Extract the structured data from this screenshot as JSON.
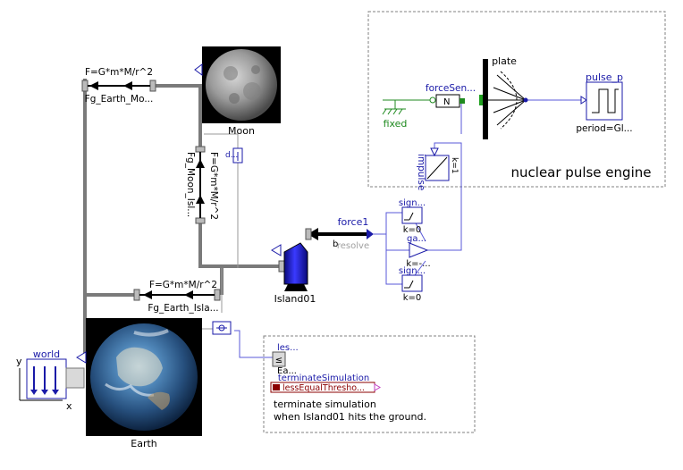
{
  "colors": {
    "connector": "#8c8c8c",
    "thick": "#7a7a7a",
    "accent_blue": "#1a1aa8",
    "signal_blue": "#3b3bd0",
    "fixed_green": "#1f8a1f",
    "text": "#000000",
    "dashed_border": "#808080",
    "highlight_red": "#8b0000",
    "magenta": "#c040c0"
  },
  "blocks": {
    "world": {
      "label": "world",
      "axis_x": "x",
      "axis_y": "y"
    },
    "earth": {
      "label": "Earth"
    },
    "moon": {
      "label": "Moon"
    },
    "island": {
      "label": "Island01"
    },
    "fg_earth_moon": {
      "formula": "F=G*m*M/r^2",
      "label": "Fg_Earth_Mo..."
    },
    "fg_moon_island": {
      "formula": "F=G*m*M/r^2",
      "label": "Fg_Moon_Isl..."
    },
    "fg_earth_island": {
      "formula": "F=G*m*M/r^2",
      "label": "Fg_Earth_Isla..."
    },
    "force1": {
      "label": "force1",
      "sublabel": "resolve",
      "port": "b"
    },
    "sign_top": {
      "label": "sign...",
      "param": "k=0"
    },
    "gain": {
      "label": "ga...",
      "param": "k=-..."
    },
    "sign_bottom": {
      "label": "sign...",
      "param": "k=0"
    },
    "sensor_small_a": {
      "label": "d..."
    },
    "les": {
      "label": "les...",
      "sublabel": "Ea...",
      "symbol": "≤"
    },
    "terminate": {
      "label": "terminateSimulation",
      "box_text": "lessEqualThresho...",
      "desc_line1": "terminate simulation",
      "desc_line2": "when Island01 hits the ground."
    }
  },
  "engine_group": {
    "title": "nuclear pulse engine",
    "fixed": "fixed",
    "force_sensor": "forceSen...",
    "force_sensor_symbol": "N",
    "plate": "plate",
    "pulse": "pulse_p",
    "pulse_param": "period=Gl...",
    "impulse": "impulse",
    "impulse_param": "k=1"
  }
}
